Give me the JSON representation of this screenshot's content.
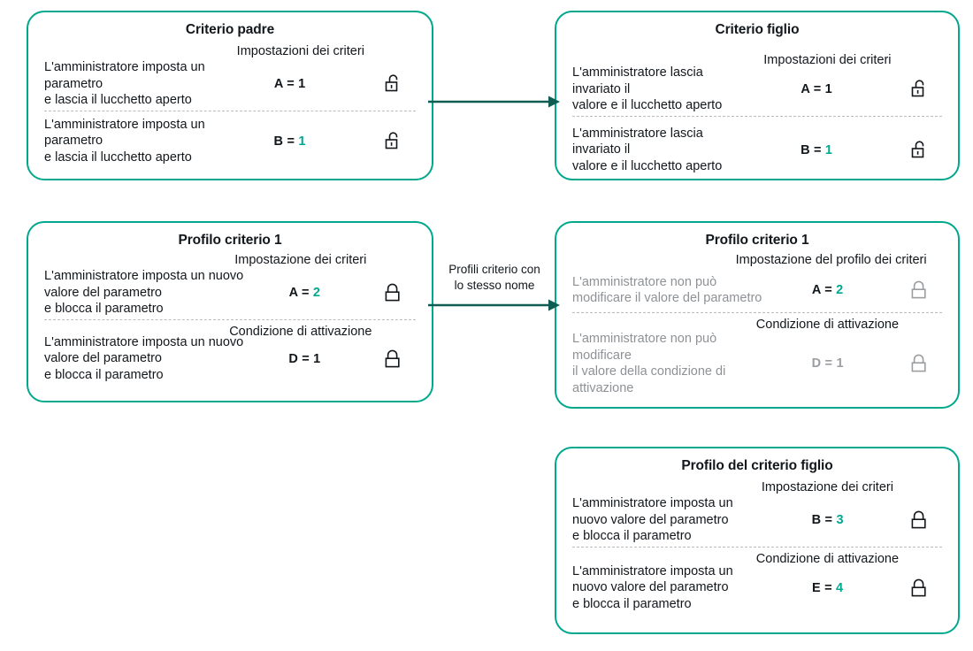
{
  "theme": {
    "accent": "#00a88e",
    "arrow": "#0f5d52",
    "text": "#12171c",
    "muted": "#8e9296",
    "divider": "#b9bdc1"
  },
  "cards": [
    {
      "id": "criterio-padre",
      "title": "Criterio padre",
      "sections": [
        {
          "heading": "Impostazioni dei criteri",
          "desc": "L'amministratore imposta un parametro\n e lascia il lucchetto aperto",
          "key": "A =",
          "value": "1",
          "value_accent": false,
          "lock": "lock-open-icon",
          "muted": false
        },
        {
          "heading": "",
          "desc": "L'amministratore imposta un parametro\n e lascia il lucchetto aperto",
          "key": "B =",
          "value": "1",
          "value_accent": true,
          "lock": "lock-open-icon",
          "muted": false
        }
      ]
    },
    {
      "id": "criterio-figlio",
      "title": "Criterio figlio",
      "sections": [
        {
          "heading": "Impostazioni dei criteri",
          "desc": "L'amministratore lascia invariato il\nvalore e il lucchetto aperto",
          "key": "A =",
          "value": "1",
          "value_accent": false,
          "lock": "lock-open-icon",
          "muted": false
        },
        {
          "heading": "",
          "desc": "L'amministratore lascia invariato il\nvalore e il lucchetto aperto",
          "key": "B =",
          "value": "1",
          "value_accent": true,
          "lock": "lock-open-icon",
          "muted": false
        }
      ]
    },
    {
      "id": "profilo-criterio-1-left",
      "title": "Profilo criterio 1",
      "sections": [
        {
          "heading": "Impostazione dei criteri",
          "desc": "L'amministratore imposta un nuovo valore del parametro\n e blocca il parametro",
          "key": "A =",
          "value": "2",
          "value_accent": true,
          "lock": "lock-closed-icon",
          "muted": false
        },
        {
          "heading": "Condizione di attivazione",
          "desc": "L'amministratore imposta un nuovo valore del parametro\n e blocca il parametro",
          "key": "D =",
          "value": "1",
          "value_accent": false,
          "lock": "lock-closed-icon",
          "muted": false
        }
      ]
    },
    {
      "id": "profilo-criterio-1-right",
      "title": "Profilo criterio 1",
      "sections": [
        {
          "heading": "Impostazione del profilo dei criteri",
          "desc": "L'amministratore non può\nmodificare il valore del parametro",
          "key": "A =",
          "value": "2",
          "value_accent": true,
          "lock": "lock-closed-icon",
          "muted": true
        },
        {
          "heading": "Condizione di attivazione",
          "desc": "L'amministratore non può modificare\n il valore della condizione di attivazione",
          "key": "D =",
          "value": "1",
          "value_accent": false,
          "lock": "lock-closed-icon",
          "muted": true
        }
      ]
    },
    {
      "id": "profilo-criterio-figlio",
      "title": "Profilo del criterio figlio",
      "sections": [
        {
          "heading": "Impostazione dei criteri",
          "desc": "L'amministratore imposta un nuovo valore del parametro\n e blocca il parametro",
          "key": "B =",
          "value": "3",
          "value_accent": true,
          "lock": "lock-closed-icon",
          "muted": false
        },
        {
          "heading": "Condizione di attivazione",
          "desc": "L'amministratore imposta un nuovo valore del parametro\n e blocca il parametro",
          "key": "E =",
          "value": "4",
          "value_accent": true,
          "lock": "lock-closed-icon",
          "muted": false
        }
      ]
    }
  ],
  "arrows": [
    {
      "id": "arrow-top",
      "label": ""
    },
    {
      "id": "arrow-middle",
      "label": "Profili criterio con\nlo stesso nome"
    }
  ]
}
